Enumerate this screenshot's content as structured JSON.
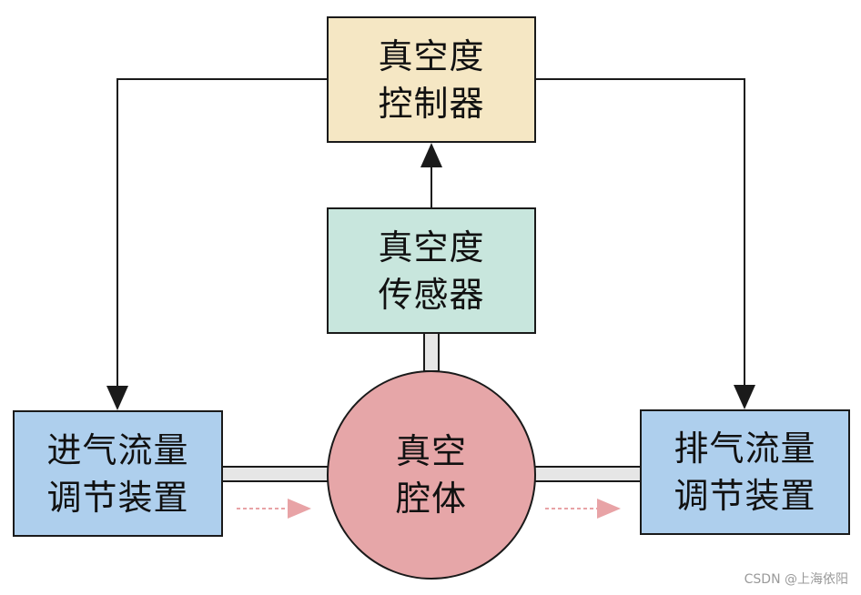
{
  "nodes": {
    "controller": {
      "line1": "真空度",
      "line2": "控制器",
      "color": "#f5e7c4"
    },
    "sensor": {
      "line1": "真空度",
      "line2": "传感器",
      "color": "#c8e6dd"
    },
    "inlet": {
      "line1": "进气流量",
      "line2": "调节装置",
      "color": "#aecfed"
    },
    "chamber": {
      "line1": "真空",
      "line2": "腔体",
      "color": "#e6a6a8"
    },
    "outlet": {
      "line1": "排气流量",
      "line2": "调节装置",
      "color": "#aecfed"
    }
  },
  "edges": [
    {
      "from": "sensor",
      "to": "controller",
      "style": "solid-arrow"
    },
    {
      "from": "controller",
      "to": "inlet",
      "style": "solid-arrow"
    },
    {
      "from": "controller",
      "to": "outlet",
      "style": "solid-arrow"
    },
    {
      "from": "chamber",
      "to": "sensor",
      "style": "pipe"
    },
    {
      "from": "inlet",
      "to": "chamber",
      "style": "pipe"
    },
    {
      "from": "chamber",
      "to": "outlet",
      "style": "pipe"
    },
    {
      "from": "inlet",
      "to": "chamber",
      "style": "dashed-flow-arrow",
      "color": "#e8a3a6"
    },
    {
      "from": "chamber",
      "to": "outlet",
      "style": "dashed-flow-arrow",
      "color": "#e8a3a6"
    }
  ],
  "watermark": "CSDN @上海依阳"
}
